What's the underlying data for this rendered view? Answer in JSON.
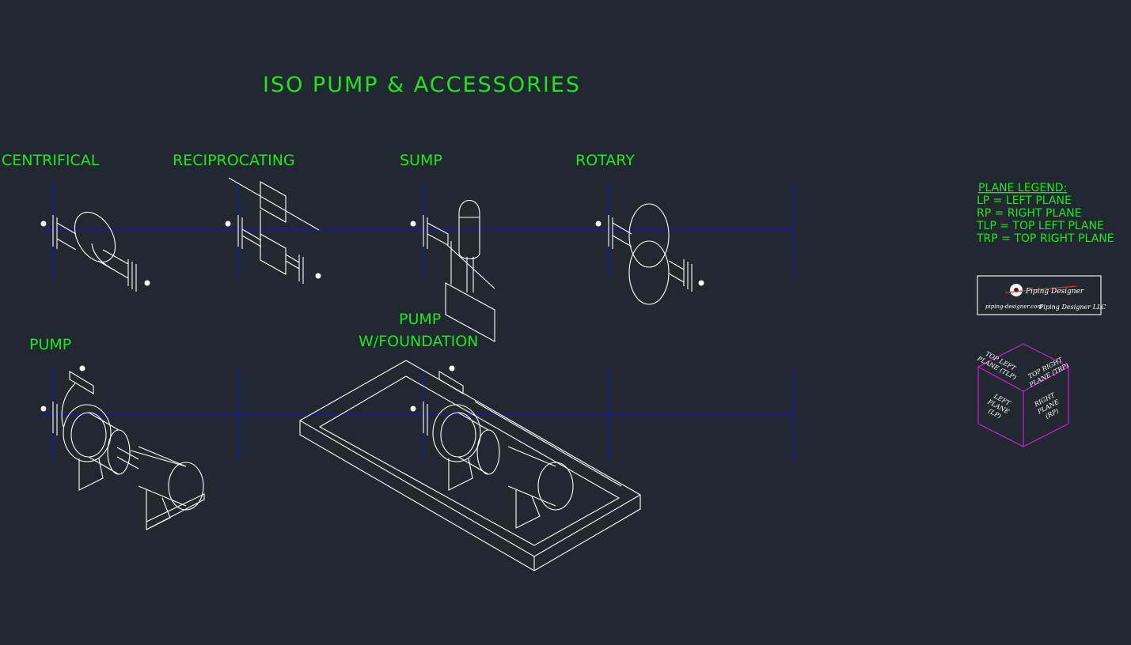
{
  "title": "ISO PUMP & ACCESSORIES",
  "labels": {
    "centrifical": "CENTRIFICAL",
    "reciprocating": "RECIPROCATING",
    "sump": "SUMP",
    "rotary": "ROTARY",
    "pump": "PUMP",
    "pump_foundation_1": "PUMP",
    "pump_foundation_2": "W/FOUNDATION"
  },
  "legend": {
    "heading": "PLANE LEGEND:",
    "items": [
      "LP = LEFT PLANE",
      "RP = RIGHT PLANE",
      "TLP = TOP LEFT PLANE",
      "TRP = TOP RIGHT PLANE"
    ]
  },
  "logo": {
    "name": "Piping Designer",
    "url": "piping-designer.com",
    "company": "Piping Designer LLC"
  },
  "cube": {
    "top_left_1": "TOP LEFT",
    "top_left_2": "PLANE (TLP)",
    "top_right_1": "TOP RIGHT",
    "top_right_2": "PLANE (TRP)",
    "left_1": "LEFT",
    "left_2": "PLANE",
    "left_3": "(LP)",
    "right_1": "RIGHT",
    "right_2": "PLANE",
    "right_3": "(RP)"
  },
  "colors": {
    "background": "#212830",
    "text": "#1ee61e",
    "lines": "#ffffff",
    "axis": "#1414c8",
    "cube": "#d21ed2"
  }
}
